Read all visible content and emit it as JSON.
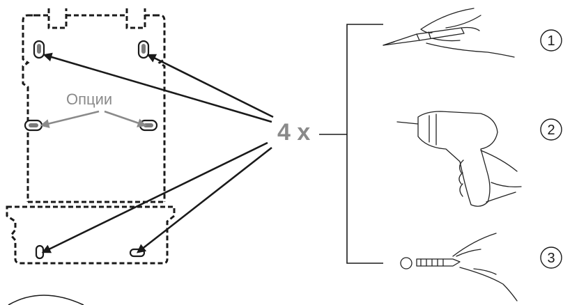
{
  "diagram": {
    "options_label": "Опции",
    "count_label": "4 x",
    "steps": [
      {
        "number": "1",
        "tool": "pencil-icon"
      },
      {
        "number": "2",
        "tool": "drill-icon"
      },
      {
        "number": "3",
        "tool": "wall-plug-icon"
      }
    ],
    "colors": {
      "outline": "#1a1a1a",
      "accent_grey": "#8a8a8a"
    }
  }
}
